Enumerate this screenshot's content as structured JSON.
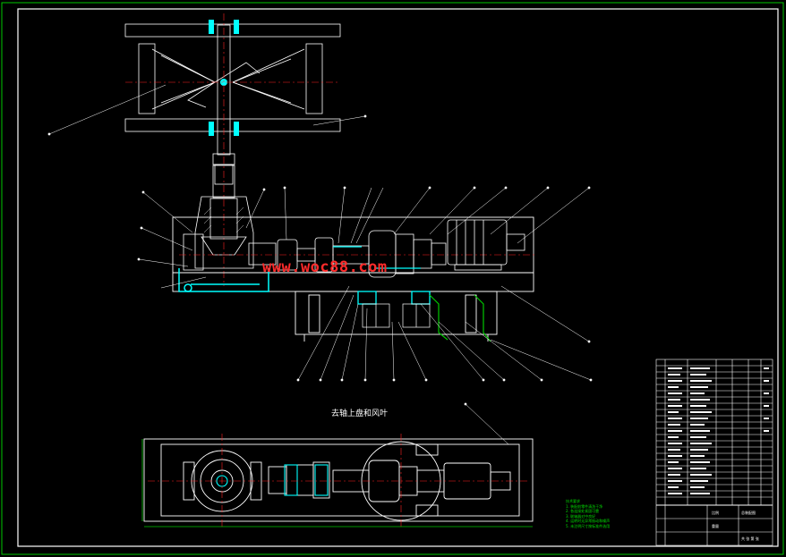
{
  "drawing": {
    "section_title": "去轴上盘和风叶",
    "watermark": "www.woc88.com",
    "notes_title": "技术要求",
    "notes": [
      "1. 装配前零件清洗干净",
      "2. 各连接处紧固可靠",
      "3. 联轴器对中良好",
      "4. 运转时无异常振动和噪声",
      "5. 未注明尺寸按标准件选用"
    ],
    "title_block": {
      "drawing_name": "总装配图",
      "cell_a": "比例",
      "cell_b": "重量",
      "cell_c": "共 张 第 张"
    }
  },
  "colors": {
    "outline": "#ffffff",
    "accent": "#00ffff",
    "frame": "#00c800",
    "centerline": "#ff2020",
    "watermark": "#ff2b2b",
    "background": "#000000"
  }
}
